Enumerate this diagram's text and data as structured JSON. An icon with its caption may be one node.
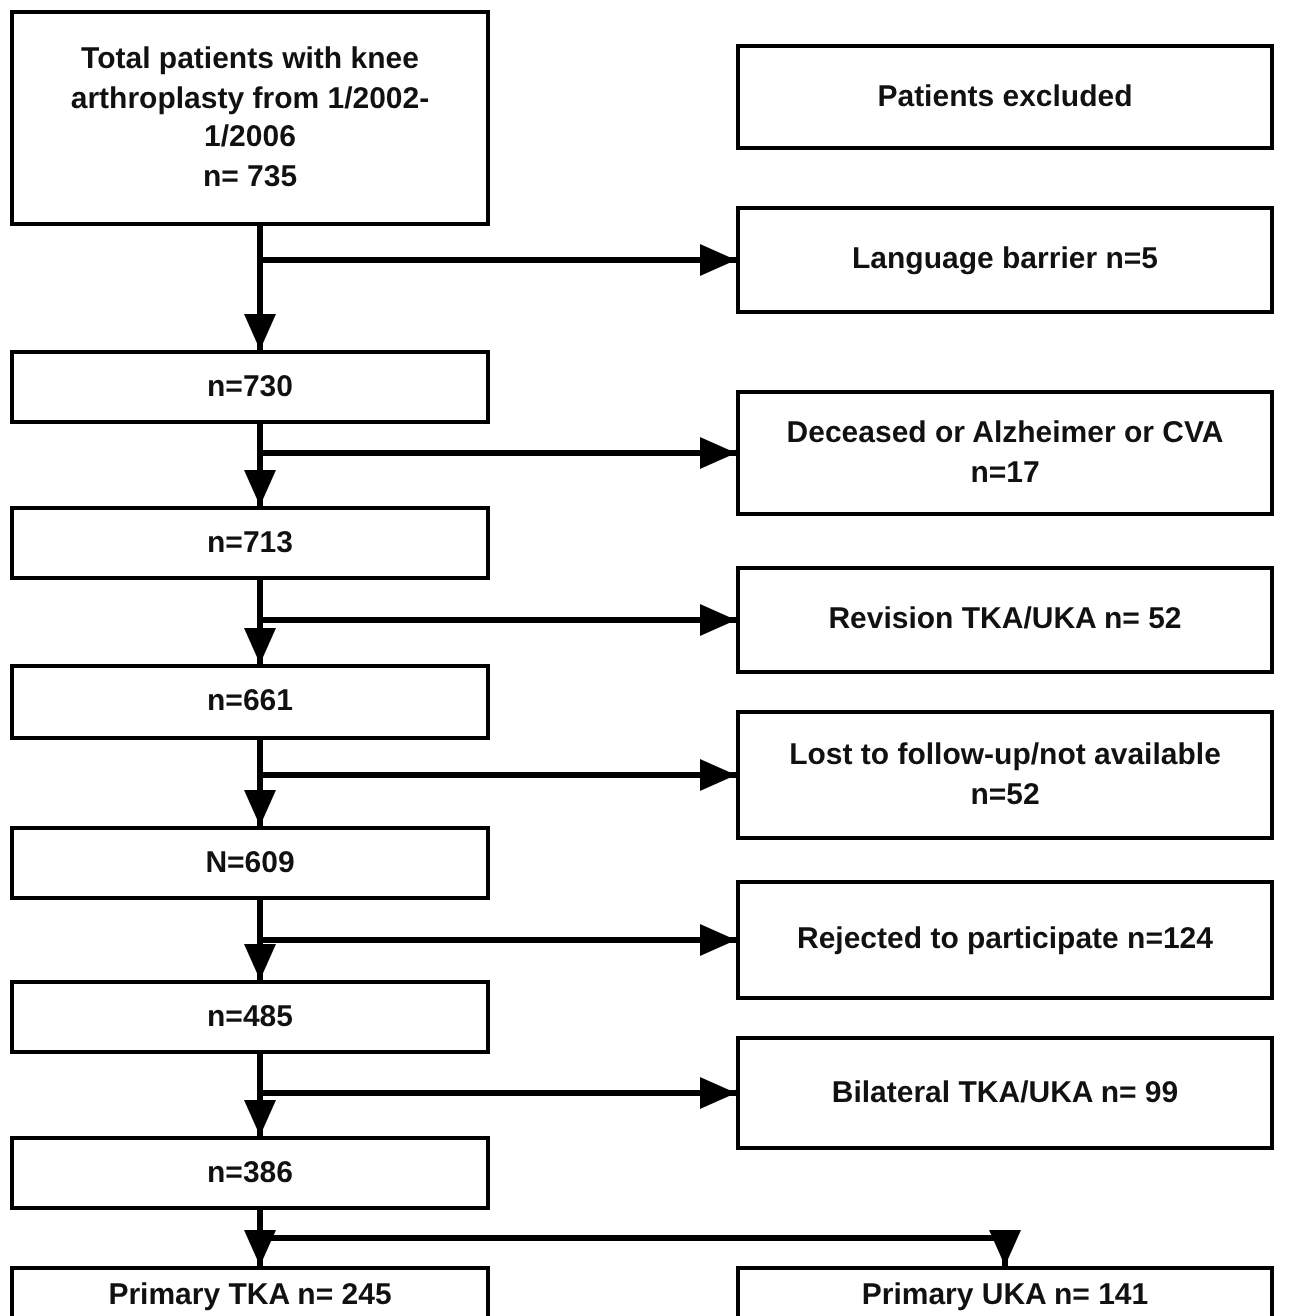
{
  "diagram": {
    "nodes": [
      {
        "text": [
          "Total patients with knee arthroplasty from 1/2002- 1/2006",
          "n= 735"
        ]
      },
      {
        "text": [
          "Patients excluded"
        ]
      },
      {
        "text": [
          "Language barrier n=5"
        ]
      },
      {
        "text": [
          "n=730"
        ]
      },
      {
        "text": [
          "Deceased or Alzheimer or CVA n=17"
        ]
      },
      {
        "text": [
          "n=713"
        ]
      },
      {
        "text": [
          "Revision TKA/UKA n= 52"
        ]
      },
      {
        "text": [
          "n=661"
        ]
      },
      {
        "text": [
          "Lost to follow-up/not available n=52"
        ]
      },
      {
        "text": [
          "N=609"
        ]
      },
      {
        "text": [
          "Rejected to participate n=124"
        ]
      },
      {
        "text": [
          "n=485"
        ]
      },
      {
        "text": [
          "Bilateral TKA/UKA n= 99"
        ]
      },
      {
        "text": [
          "n=386"
        ]
      },
      {
        "text": [
          "Primary TKA n= 245"
        ]
      },
      {
        "text": [
          "Primary UKA n= 141"
        ]
      }
    ],
    "edges": [
      {
        "from": 0,
        "to": 3,
        "arrow": "to"
      },
      {
        "from": 0,
        "to": 2,
        "arrow": "to"
      },
      {
        "from": 3,
        "to": 5,
        "arrow": "to"
      },
      {
        "from": 3,
        "to": 4,
        "arrow": "to"
      },
      {
        "from": 5,
        "to": 7,
        "arrow": "to"
      },
      {
        "from": 5,
        "to": 6,
        "arrow": "to"
      },
      {
        "from": 7,
        "to": 9,
        "arrow": "to"
      },
      {
        "from": 7,
        "to": 8,
        "arrow": "to"
      },
      {
        "from": 9,
        "to": 11,
        "arrow": "to"
      },
      {
        "from": 9,
        "to": 10,
        "arrow": "to"
      },
      {
        "from": 11,
        "to": 13,
        "arrow": "to"
      },
      {
        "from": 11,
        "to": 12,
        "arrow": "to"
      },
      {
        "from": 13,
        "to": 14,
        "arrow": "to"
      },
      {
        "from": 13,
        "to": 15,
        "arrow": "to"
      }
    ]
  }
}
